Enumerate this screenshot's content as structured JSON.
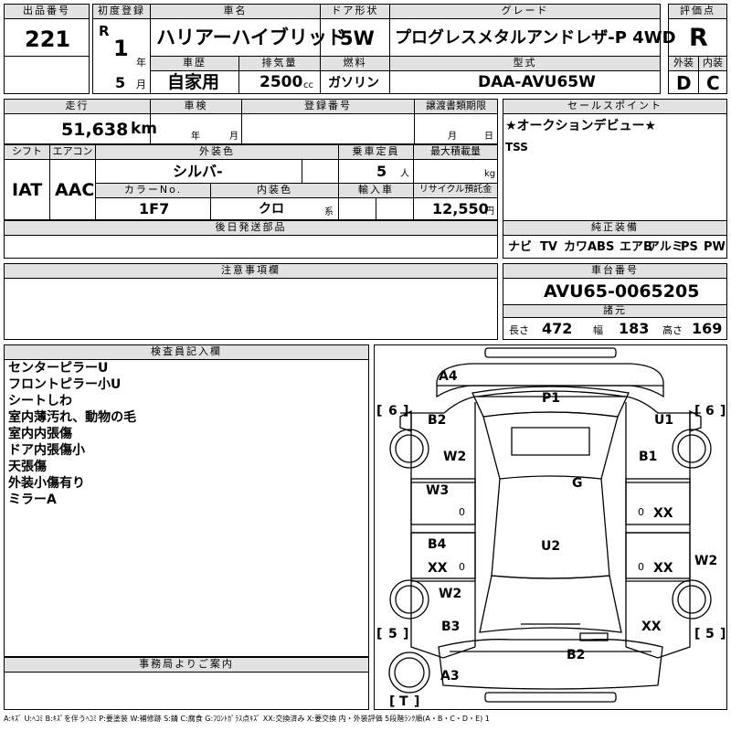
{
  "header": {
    "lot_label": "出品番号",
    "lot_number": "221",
    "first_reg_label": "初度登録",
    "era": "R",
    "year": "1",
    "year_unit": "年",
    "month": "5",
    "month_unit": "月",
    "model_label": "車名",
    "model": "ハリアーハイブリッド",
    "history_label": "車歴",
    "history": "自家用",
    "displacement_label": "排気量",
    "displacement": "2500",
    "displacement_unit": "cc",
    "doors_label": "ドア形状",
    "doors": "5W",
    "fuel_label": "燃料",
    "fuel": "ガソリン",
    "grade_label": "グレード",
    "grade": "プログレスメタルアンドレザ-P 4WD",
    "type_label": "型式",
    "type": "DAA-AVU65W",
    "score_label": "評価点",
    "score": "R",
    "exterior_label": "外装",
    "exterior": "D",
    "interior_label": "内装",
    "interior": "C"
  },
  "row2": {
    "mileage_label": "走行",
    "mileage": "51,638",
    "mileage_unit": "km",
    "inspection_label": "車検",
    "insp_year_unit": "年",
    "insp_month_unit": "月",
    "registration_label": "登録番号",
    "transfer_label": "譲渡書類期限",
    "transfer_month_unit": "月",
    "transfer_day_unit": "日",
    "shift_label": "シフト",
    "shift": "IAT",
    "aircon_label": "エアコン",
    "aircon": "AAC",
    "ext_color_label": "外装色",
    "ext_color": "シルバ-",
    "capacity_label": "乗車定員",
    "capacity": "5",
    "capacity_unit": "人",
    "load_label": "最大積載量",
    "load_unit": "kg",
    "color_no_label": "カラーNo.",
    "color_no": "1F7",
    "int_color_label": "内装色",
    "int_color": "クロ",
    "int_color_unit": "系",
    "import_label": "輸入車",
    "recycle_label": "リサイクル預託金",
    "recycle": "12,550",
    "recycle_unit": "円"
  },
  "sales": {
    "label": "セールスポイント",
    "line1": "★オークションデビュー★",
    "line2": "TSS"
  },
  "later_parts": {
    "label": "後日発送部品"
  },
  "equipment": {
    "label": "純正装備",
    "items": [
      "ナビ",
      "TV",
      "カワ",
      "ABS",
      "エアB",
      "アルミ",
      "PS",
      "PW"
    ]
  },
  "notes": {
    "label": "注意事項欄"
  },
  "chassis": {
    "label": "車台番号",
    "number": "AVU65-0065205",
    "spec_label": "諸元",
    "length_label": "長さ",
    "length": "472",
    "width_label": "幅",
    "width": "183",
    "height_label": "高さ",
    "height": "169"
  },
  "inspector": {
    "label": "検査員記入欄",
    "lines": [
      "センターピラーU",
      "フロントピラー小U",
      "シートしわ",
      "室内薄汚れ、動物の毛",
      "室内内張傷",
      "ドア内張傷小",
      "天張傷",
      "外装小傷有り",
      "ミラーA"
    ]
  },
  "office": {
    "label": "事務局よりご案内"
  },
  "diagram": {
    "marks": {
      "a4": "A4",
      "p1": "P1",
      "b2_left": "B2",
      "u1": "U1",
      "w2_left": "W2",
      "b1": "B1",
      "g": "G",
      "w3": "W3",
      "xx_right_upper": "XX",
      "u2": "U2",
      "b4": "B4",
      "xx_left": "XX",
      "xx_right_lower": "XX",
      "w2_right": "W2",
      "w2_rear_left": "W2",
      "b3": "B3",
      "xx_rear_right": "XX",
      "b2_rear": "B2",
      "a3": "A3",
      "tire_fl": "6",
      "tire_fr": "6",
      "tire_rl": "5",
      "tire_rr": "5",
      "tire_spare": "T",
      "zero_fl": "0",
      "zero_fr": "0",
      "zero_rl": "0",
      "zero_rr": "0"
    }
  },
  "legend": "A:ｷｽﾞ U:ﾍｺﾐ B:ｷｽﾞを伴うﾍｺﾐ P:要塗装 W:補修跡 S:錆 C:腐食 G:ﾌﾛﾝﾄｶﾞﾗｽ点ｷｽﾞ XX:交換済み X:要交換 内・外装評価 5段階ﾗﾝｸ順(A・B・C・D・E) 1"
}
